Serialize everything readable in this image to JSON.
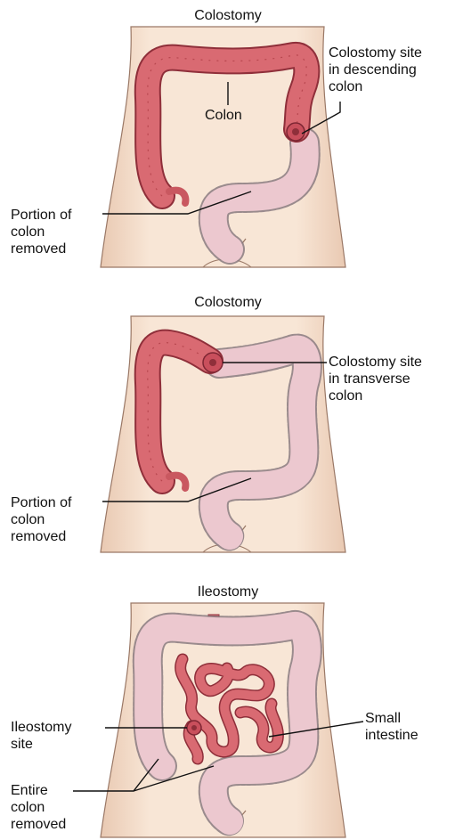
{
  "panels": [
    {
      "title": "Colostomy",
      "labels": {
        "colon": "Colon",
        "stoma_site": "Colostomy site\nin descending\ncolon",
        "removed": "Portion of\ncolon\nremoved"
      }
    },
    {
      "title": "Colostomy",
      "labels": {
        "stoma_site": "Colostomy site\nin transverse\ncolon",
        "removed": "Portion of\ncolon\nremoved"
      }
    },
    {
      "title": "Ileostomy",
      "labels": {
        "stoma_site": "Ileostomy\nsite",
        "small_intestine": "Small\nintestine",
        "removed": "Entire\ncolon\nremoved"
      }
    }
  ],
  "colors": {
    "skin_light": "#f7e4d2",
    "skin_outline": "#9a7866",
    "colon_active": "#d96a72",
    "colon_active_stroke": "#8f2f3a",
    "colon_removed": "#ecc8cf",
    "colon_removed_stroke": "#8a7a80",
    "stoma": "#c94f5c"
  }
}
